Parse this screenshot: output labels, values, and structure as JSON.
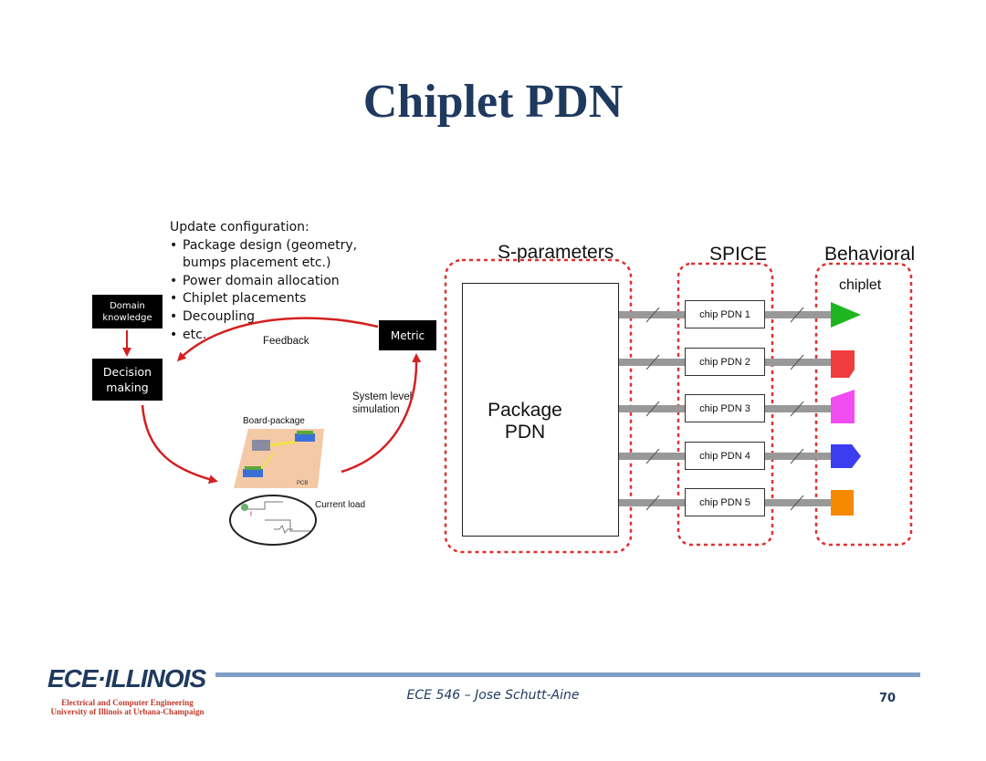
{
  "title": "Chiplet PDN",
  "left_diagram": {
    "update_heading": "Update configuration:",
    "update_items": [
      "Package design (geometry, bumps placement etc.)",
      "Power domain allocation",
      "Chiplet placements",
      "Decoupling",
      "etc."
    ],
    "domain_knowledge": "Domain knowledge",
    "decision_making": "Decision making",
    "metric": "Metric",
    "feedback": "Feedback",
    "system_level": "System level simulation",
    "board_package": "Board-package",
    "pcb": "PCB",
    "current_load": "Current load"
  },
  "right_diagram": {
    "header_sparams": "S-parameters",
    "header_spice": "SPICE",
    "header_behavioral": "Behavioral",
    "chiplet_label": "chiplet",
    "package_label": "Package PDN",
    "chip_pdns": [
      "chip PDN 1",
      "chip PDN 2",
      "chip PDN 3",
      "chip PDN 4",
      "chip PDN 5"
    ],
    "chiplet_colors": [
      "#1fb520",
      "#f03c3c",
      "#f04cf0",
      "#3c3cf0",
      "#f58a00"
    ],
    "dot_color": "#e01e1e",
    "dash_color": "#e03030"
  },
  "footer": {
    "logo": "ECE·ILLINOIS",
    "logo_line1": "Electrical and Computer Engineering",
    "logo_line2": "University of Illinois at Urbana-Champaign",
    "course": "ECE 546 – Jose Schutt-Aine",
    "page": "70"
  }
}
